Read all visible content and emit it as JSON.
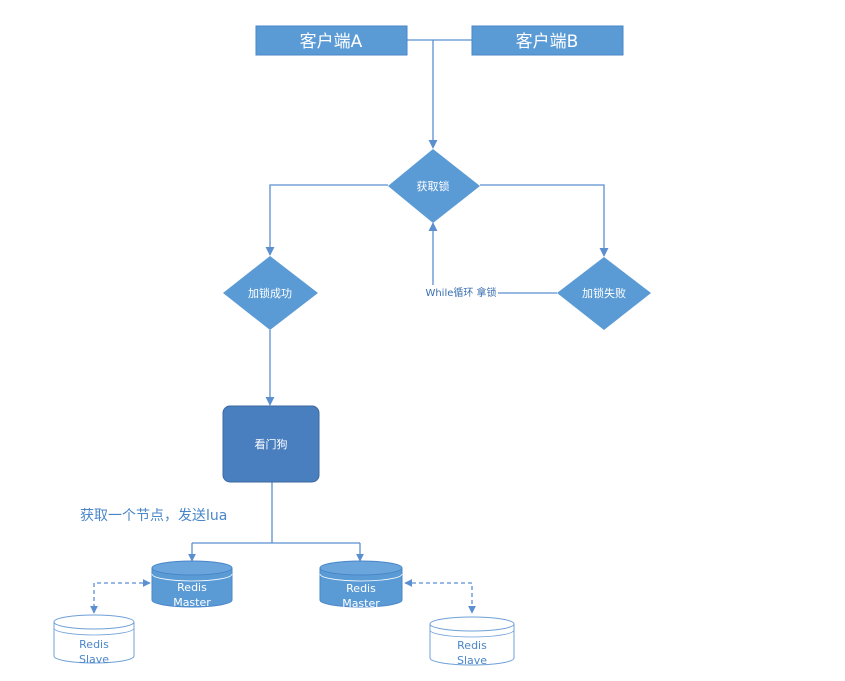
{
  "clients": {
    "a": "客户端A",
    "b": "客户端B"
  },
  "decisions": {
    "acquire": "获取锁",
    "success": "加锁成功",
    "fail": "加锁失败"
  },
  "loop_label": "While循环 拿锁",
  "watchdog": "看门狗",
  "note": "获取一个节点，发送lua",
  "masters": [
    {
      "line1": "Redis",
      "line2": "Master"
    },
    {
      "line1": "Redis",
      "line2": "Master"
    }
  ],
  "slaves": [
    {
      "line1": "Redis",
      "line2": "Slave"
    },
    {
      "line1": "Redis",
      "line2": "Slave"
    }
  ],
  "colors": {
    "client_fill": "#5b9bd5",
    "diamond_fill": "#5b9bd5",
    "watchdog_fill": "#4a7fbf",
    "watchdog_stroke": "#3a68a0",
    "line": "#5b8fcf",
    "note_text": "#4a86c8",
    "slave_text": "#4a86c8",
    "slave_stroke": "#6fa0d8"
  }
}
